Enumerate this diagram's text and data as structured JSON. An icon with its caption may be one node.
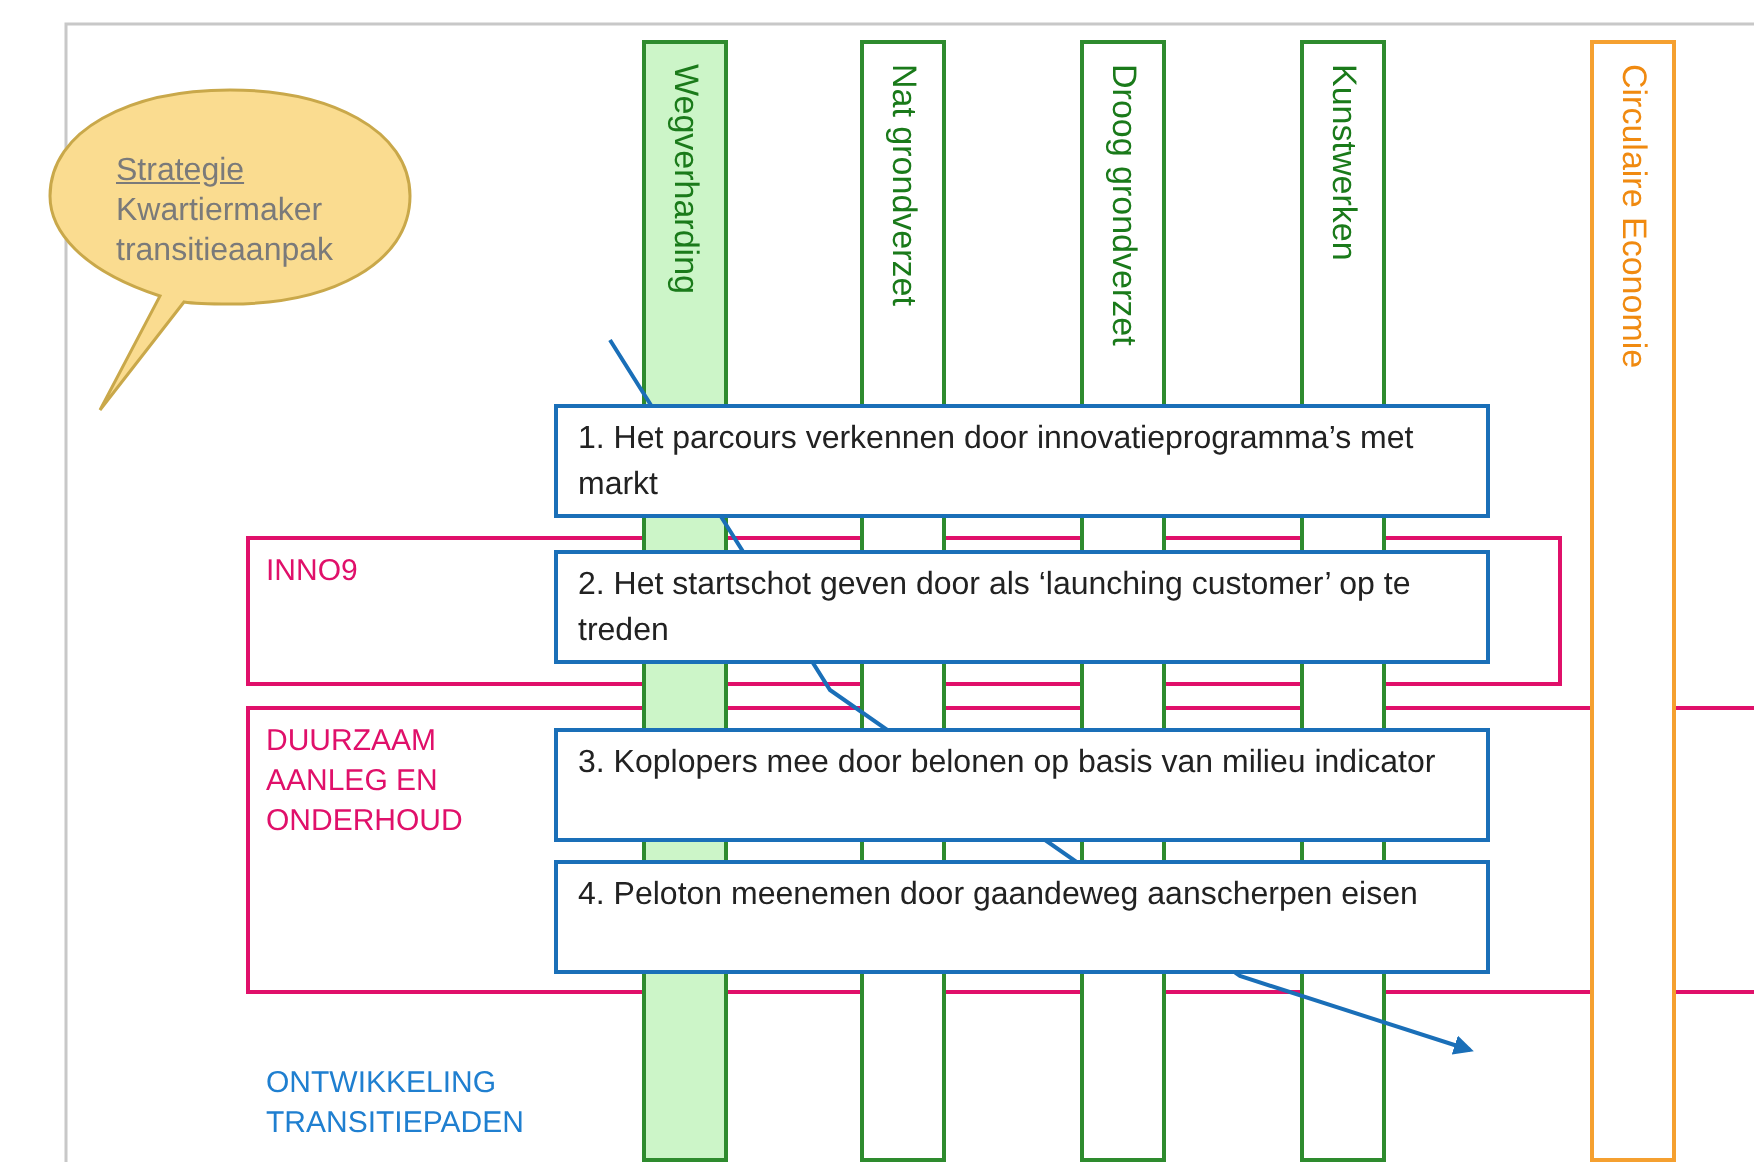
{
  "diagram": {
    "nodes": [
      {
        "text": [
          "Strategie",
          "Kwartiermaker transitieaanpak"
        ]
      },
      {
        "text": [
          "Wegverharding"
        ]
      },
      {
        "text": [
          "Nat grondverzet"
        ]
      },
      {
        "text": [
          "Droog grondverzet"
        ]
      },
      {
        "text": [
          "Kunstwerken"
        ]
      },
      {
        "text": [
          "Circulaire Economie"
        ]
      },
      {
        "text": [
          "INNO9"
        ]
      },
      {
        "text": [
          "DUURZAAM AANLEG EN ONDERHOUD"
        ]
      },
      {
        "text": [
          "1. Het parcours verkennen door innovatieprogramma’s met markt"
        ]
      },
      {
        "text": [
          "2. Het startschot geven door als ‘launching customer’ op te treden"
        ],
        "in": 6
      },
      {
        "text": [
          "3. Koplopers mee door belonen op basis van milieu indicator"
        ],
        "in": 7
      },
      {
        "text": [
          "4. Peloton meenemen door gaandeweg aanscherpen eisen"
        ],
        "in": 7
      }
    ],
    "labels": [
      "ONTWIKKELING TRANSITIEPADEN"
    ]
  }
}
